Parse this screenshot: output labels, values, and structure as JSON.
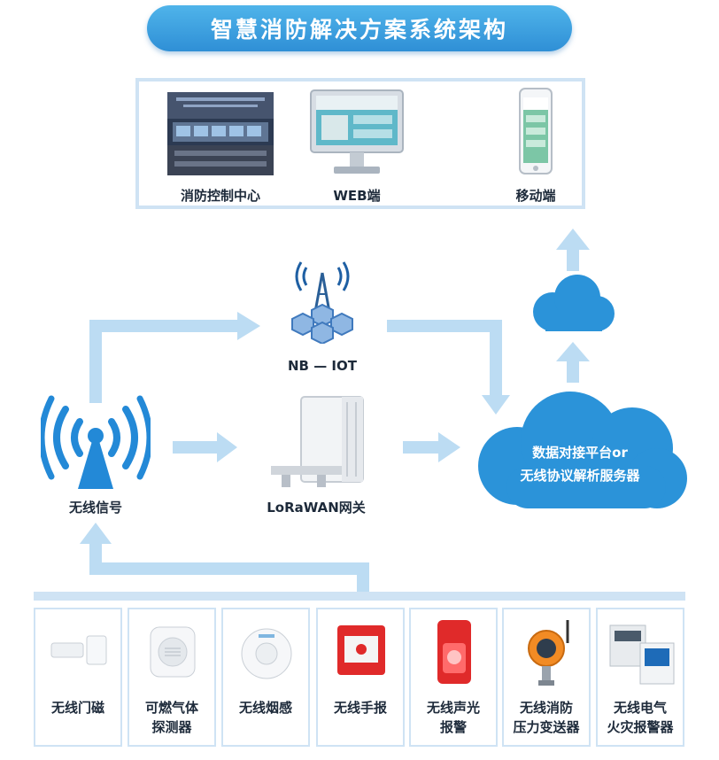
{
  "title": "智慧消防解决方案系统架构",
  "clients": [
    {
      "label": "消防控制中心"
    },
    {
      "label": "WEB端"
    },
    {
      "label": "移动端"
    }
  ],
  "network": {
    "nb_iot_label": "NB — IOT",
    "lorawan_label": "LoRaWAN网关",
    "wireless_signal_label": "无线信号"
  },
  "platform": {
    "line1": "数据对接平台or",
    "line2": "无线协议解析服务器"
  },
  "devices": [
    {
      "label": "无线门磁"
    },
    {
      "label": "可燃气体\n探测器"
    },
    {
      "label": "无线烟感"
    },
    {
      "label": "无线手报"
    },
    {
      "label": "无线声光\n报警"
    },
    {
      "label": "无线消防\n压力变送器"
    },
    {
      "label": "无线电气\n火灾报警器"
    }
  ],
  "colors": {
    "accent": "#2f8fd6",
    "arrow": "#bcdcf3",
    "cloud": "#2b93d9",
    "panel_border": "#cfe3f4"
  }
}
